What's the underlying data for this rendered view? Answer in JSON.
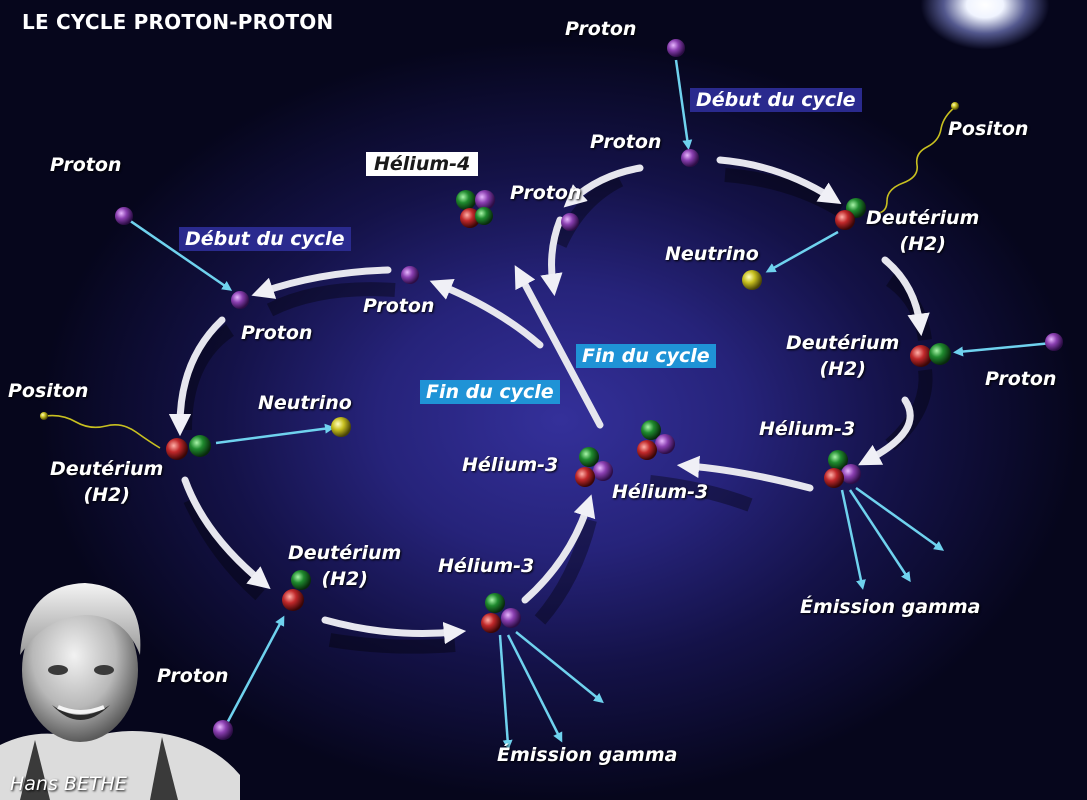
{
  "title": "LE CYCLE PROTON-PROTON",
  "portrait_caption": "Hans BETHE",
  "labels": {
    "proton_top": "Proton",
    "debut_right": "Début du cycle",
    "proton_top_inner": "Proton",
    "positon_right": "Positon",
    "proton_right_inner_left": "Proton",
    "deut_right_1": "Deutérium",
    "deut_right_1b": "(H2)",
    "neutrino_right": "Neutrino",
    "deut_right_2": "Deutérium",
    "deut_right_2b": "(H2)",
    "proton_far_right": "Proton",
    "helium3_right": "Hélium-3",
    "emission_right": "Émission gamma",
    "helium3_center_right": "Hélium-3",
    "fin_right": "Fin du cycle",
    "helium4": "Hélium-4",
    "proton_left_top": "Proton",
    "debut_left": "Début du cycle",
    "proton_left": "Proton",
    "proton_left_inner": "Proton",
    "positon_left": "Positon",
    "neutrino_left": "Neutrino",
    "deut_left_1": "Deutérium",
    "deut_left_1b": "(H2)",
    "fin_left": "Fin du cycle",
    "helium3_center_left": "Hélium-3",
    "deut_left_2": "Deutérium",
    "deut_left_2b": "(H2)",
    "helium3_bottom": "Hélium-3",
    "proton_bottom": "Proton",
    "emission_bottom": "Émission gamma"
  },
  "colors": {
    "proton": "#8a3fb0",
    "neutron": "#1f8a2e",
    "proton_red": "#c0282a",
    "neutrino": "#c8c020",
    "positon": "#c8c020",
    "gamma": "#5ec8e8",
    "flow_arrow": "#e8e8ee",
    "box_blue": "#1f93d6",
    "box_indigo": "#2a2a8e"
  }
}
